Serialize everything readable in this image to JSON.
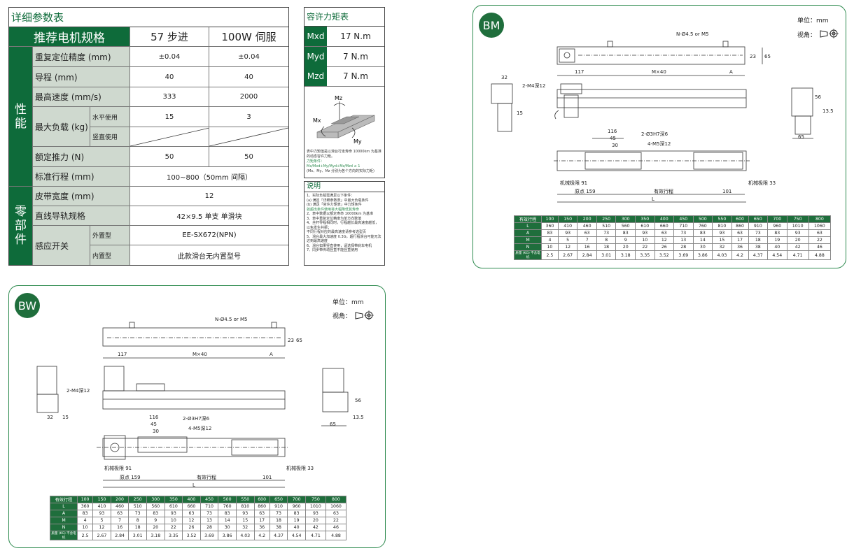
{
  "spec": {
    "title": "详细参数表",
    "header": {
      "label": "推荐电机规格",
      "col1": "57 步进",
      "col2": "100W 伺服"
    },
    "group_perf": "性\n能",
    "group_parts": "零\n部\n件",
    "rows": {
      "repeat": {
        "label": "重复定位精度 (mm)",
        "v1": "±0.04",
        "v2": "±0.04"
      },
      "lead": {
        "label": "导程 (mm)",
        "v1": "40",
        "v2": "40"
      },
      "speed": {
        "label": "最高速度 (mm/s)",
        "v1": "333",
        "v2": "2000"
      },
      "load": {
        "label": "最大负载 (kg)",
        "sub1": "水平使用",
        "sub2": "竖直使用",
        "h1": "15",
        "h2": "3"
      },
      "thrust": {
        "label": "额定推力 (N)",
        "v1": "50",
        "v2": "50"
      },
      "stroke": {
        "label": "标准行程 (mm)",
        "v": "100~800（50mm 间隔）"
      },
      "belt": {
        "label": "皮带宽度 (mm)",
        "v": "12"
      },
      "rail": {
        "label": "直线导轨规格",
        "v": "42×9.5  单支 单滑块"
      },
      "sensor": {
        "label": "感应开关",
        "sub1": "外置型",
        "sub2": "内置型",
        "v1": "EE-SX672(NPN)",
        "v2": "此款滑台无内置型号"
      }
    }
  },
  "torque": {
    "title": "容许力矩表",
    "rows": [
      {
        "k": "Mxd",
        "v": "17 N.m"
      },
      {
        "k": "Myd",
        "v": "7 N.m"
      },
      {
        "k": "Mzd",
        "v": "7 N.m"
      }
    ],
    "diagram_labels": {
      "mx": "Mx",
      "my": "My",
      "mz": "Mz"
    },
    "note1": "表中力矩值是以滑台行走寿命 10000km 为基准的动态容许力矩。",
    "cond_title": "力矩条件：",
    "cond1": "Mx/Mxd+My/Myd+Mz/Mzd ≤ 1",
    "cond2": "(Mx、My、Mz 分别为各个方向的实际力矩)"
  },
  "notes": {
    "title": "说明",
    "items": [
      "1、实际负载需满足以下条件：",
      "  (a) 满足「详细参数表」中最大负载条件",
      "  (b) 满足「容许力矩表」中力矩条件",
      "  如超出条件使用将大幅降低其寿命",
      "2、表中数据以额定寿命 10000km 为基准",
      "3、表中重复定位精度为单方向数值",
      "4、丝杆导程相同时，行程越长最高速度越低，以免发生共振；",
      "   不同行程对应的最高速度请参考选型页",
      "5、滑台最大加速度 0.3G，超行程滑台可能无法达到最高速度",
      "6、滑台如果竖直使用，请选择带刹车电机",
      "7、同步带传动竖直不能竖直使用"
    ]
  },
  "bm": {
    "badge": "BM",
    "unit": "单位：mm",
    "view": "视角："
  },
  "bw": {
    "badge": "BW",
    "unit": "单位：mm",
    "view": "视角："
  },
  "drawing": {
    "hole": "N-Ø4.5 or M5",
    "d117": "117",
    "dmx40": "M×40",
    "da": "A",
    "d23": "23",
    "d65": "65",
    "d32": "32",
    "m4": "2-M4深12",
    "d15": "15",
    "d56": "56",
    "d135": "13.5",
    "d65b": "65",
    "d116": "116",
    "d45": "45",
    "d30": "30",
    "pin": "2-Ø3H7深6",
    "m5": "4-M5深12",
    "mech91": "机械极限 91",
    "mech33": "机械极限 33",
    "origin": "原点 159",
    "eff": "有效行程",
    "d101": "101",
    "dl": "L"
  },
  "dimtable": {
    "rows": [
      {
        "h": "有效行程",
        "v": [
          "100",
          "150",
          "200",
          "250",
          "300",
          "350",
          "400",
          "450",
          "500",
          "550",
          "600",
          "650",
          "700",
          "750",
          "800"
        ]
      },
      {
        "h": "L",
        "v": [
          "360",
          "410",
          "460",
          "510",
          "560",
          "610",
          "660",
          "710",
          "760",
          "810",
          "860",
          "910",
          "960",
          "1010",
          "1060"
        ]
      },
      {
        "h": "A",
        "v": [
          "83",
          "93",
          "63",
          "73",
          "83",
          "93",
          "63",
          "73",
          "83",
          "93",
          "63",
          "73",
          "83",
          "93",
          "63"
        ]
      },
      {
        "h": "M",
        "v": [
          "4",
          "5",
          "7",
          "8",
          "9",
          "10",
          "12",
          "13",
          "14",
          "15",
          "17",
          "18",
          "19",
          "20",
          "22"
        ]
      },
      {
        "h": "N",
        "v": [
          "10",
          "12",
          "16",
          "18",
          "20",
          "22",
          "26",
          "28",
          "30",
          "32",
          "36",
          "38",
          "40",
          "42",
          "46"
        ]
      },
      {
        "h": "质量 (KG) 不含电机",
        "v": [
          "2.5",
          "2.67",
          "2.84",
          "3.01",
          "3.18",
          "3.35",
          "3.52",
          "3.69",
          "3.86",
          "4.03",
          "4.2",
          "4.37",
          "4.54",
          "4.71",
          "4.88"
        ]
      }
    ]
  },
  "colors": {
    "brand": "#1f6e3c",
    "label_bg": "#cfd9cf",
    "border": "#2d8a4e"
  }
}
